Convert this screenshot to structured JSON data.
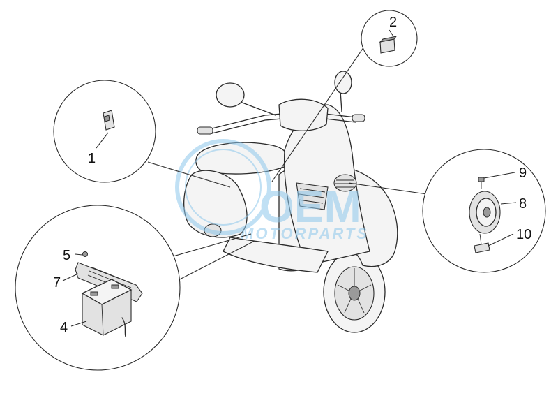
{
  "diagram": {
    "callouts": [
      {
        "id": "c1",
        "label": "1"
      },
      {
        "id": "c2",
        "label": "2"
      },
      {
        "id": "c4",
        "label": "4"
      },
      {
        "id": "c5",
        "label": "5"
      },
      {
        "id": "c7",
        "label": "7"
      },
      {
        "id": "c8",
        "label": "8"
      },
      {
        "id": "c9",
        "label": "9"
      },
      {
        "id": "c10",
        "label": "10"
      }
    ]
  },
  "watermark": {
    "brand": "OEM",
    "text": "MOTORPARTS",
    "color": "#8ec8ec"
  }
}
